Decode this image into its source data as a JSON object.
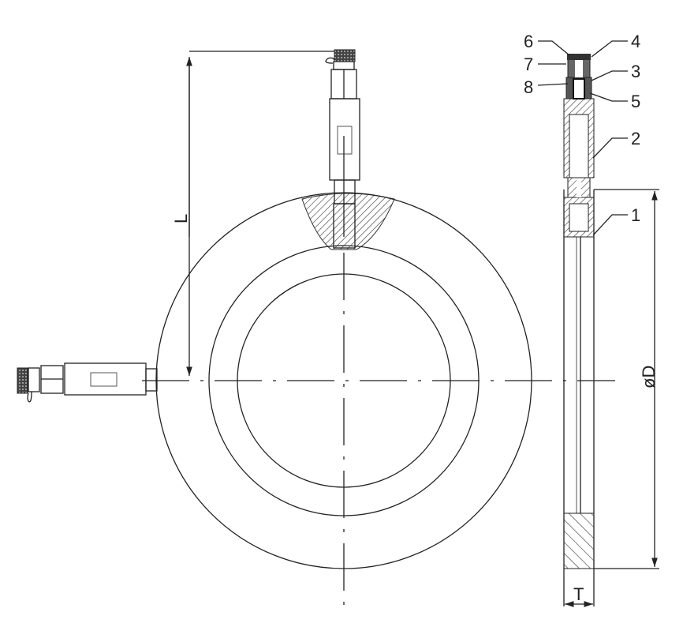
{
  "drawing": {
    "part_labels": [
      "1",
      "2",
      "3",
      "4",
      "5",
      "6",
      "7",
      "8"
    ],
    "dimensions": {
      "length": "L",
      "diameter": "øD",
      "thickness": "T"
    }
  },
  "colors": {
    "line": "#222222",
    "background": "#ffffff"
  }
}
